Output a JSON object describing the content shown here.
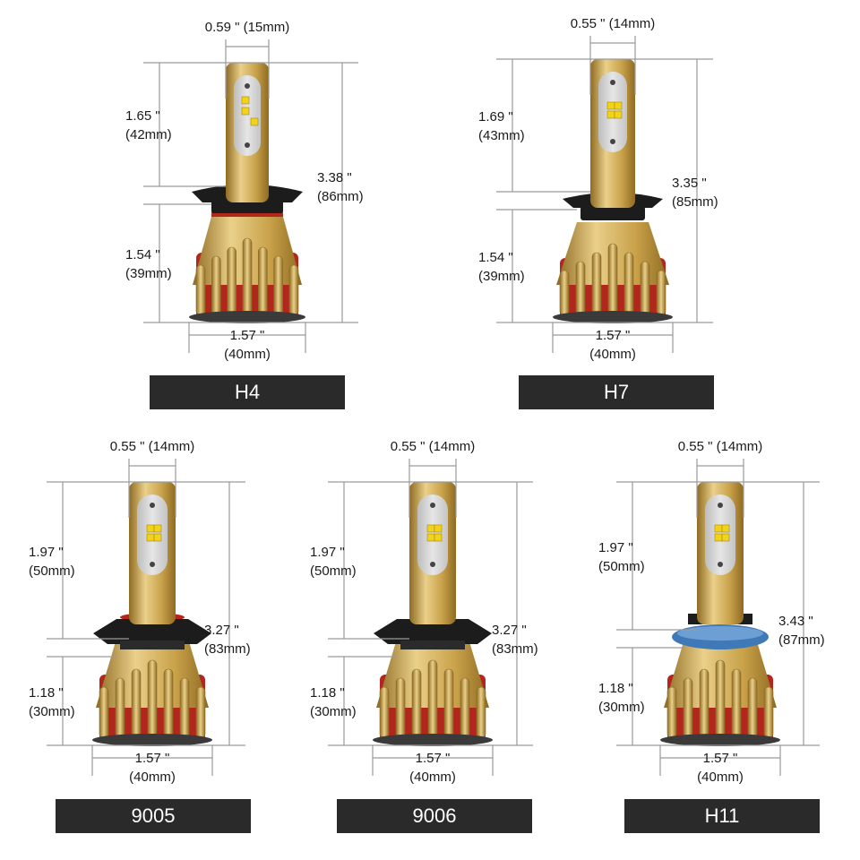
{
  "bulbs": [
    {
      "model": "H4",
      "width_top": {
        "in": "0.59 \"",
        "mm": "(15mm)"
      },
      "height_upper": {
        "in": "1.65 \"",
        "mm": "(42mm)"
      },
      "height_lower": {
        "in": "1.54 \"",
        "mm": "(39mm)"
      },
      "height_total": {
        "in": "3.38 \"",
        "mm": "(86mm)"
      },
      "width_bottom": {
        "in": "1.57 \"",
        "mm": "(40mm)"
      },
      "collar": "black"
    },
    {
      "model": "H7",
      "width_top": {
        "in": "0.55 \"",
        "mm": "(14mm)"
      },
      "height_upper": {
        "in": "1.69 \"",
        "mm": "(43mm)"
      },
      "height_lower": {
        "in": "1.54 \"",
        "mm": "(39mm)"
      },
      "height_total": {
        "in": "3.35 \"",
        "mm": "(85mm)"
      },
      "width_bottom": {
        "in": "1.57 \"",
        "mm": "(40mm)"
      },
      "collar": "black"
    },
    {
      "model": "9005",
      "width_top": {
        "in": "0.55 \"",
        "mm": "(14mm)"
      },
      "height_upper": {
        "in": "1.97 \"",
        "mm": "(50mm)"
      },
      "height_lower": {
        "in": "1.18 \"",
        "mm": "(30mm)"
      },
      "height_total": {
        "in": "3.27 \"",
        "mm": "(83mm)"
      },
      "width_bottom": {
        "in": "1.57 \"",
        "mm": "(40mm)"
      },
      "collar": "black-red-ring"
    },
    {
      "model": "9006",
      "width_top": {
        "in": "0.55 \"",
        "mm": "(14mm)"
      },
      "height_upper": {
        "in": "1.97 \"",
        "mm": "(50mm)"
      },
      "height_lower": {
        "in": "1.18 \"",
        "mm": "(30mm)"
      },
      "height_total": {
        "in": "3.27 \"",
        "mm": "(83mm)"
      },
      "width_bottom": {
        "in": "1.57 \"",
        "mm": "(40mm)"
      },
      "collar": "black"
    },
    {
      "model": "H11",
      "width_top": {
        "in": "0.55 \"",
        "mm": "(14mm)"
      },
      "height_upper": {
        "in": "1.97 \"",
        "mm": "(50mm)"
      },
      "height_lower": {
        "in": "1.18 \"",
        "mm": "(30mm)"
      },
      "height_total": {
        "in": "3.43 \"",
        "mm": "(87mm)"
      },
      "width_bottom": {
        "in": "1.57 \"",
        "mm": "(40mm)"
      },
      "collar": "blue-ring"
    }
  ],
  "colors": {
    "gold": "#c9a24a",
    "gold_dark": "#8f6b22",
    "gold_light": "#ead08a",
    "red": "#b3261e",
    "collar_black": "#1c1c1c",
    "blue_ring": "#3f79b8",
    "led_panel": "#e6e6e6",
    "led_chip": "#f2d21b",
    "plate": "#2a2a2a",
    "dim_line": "#9a9a9a"
  }
}
